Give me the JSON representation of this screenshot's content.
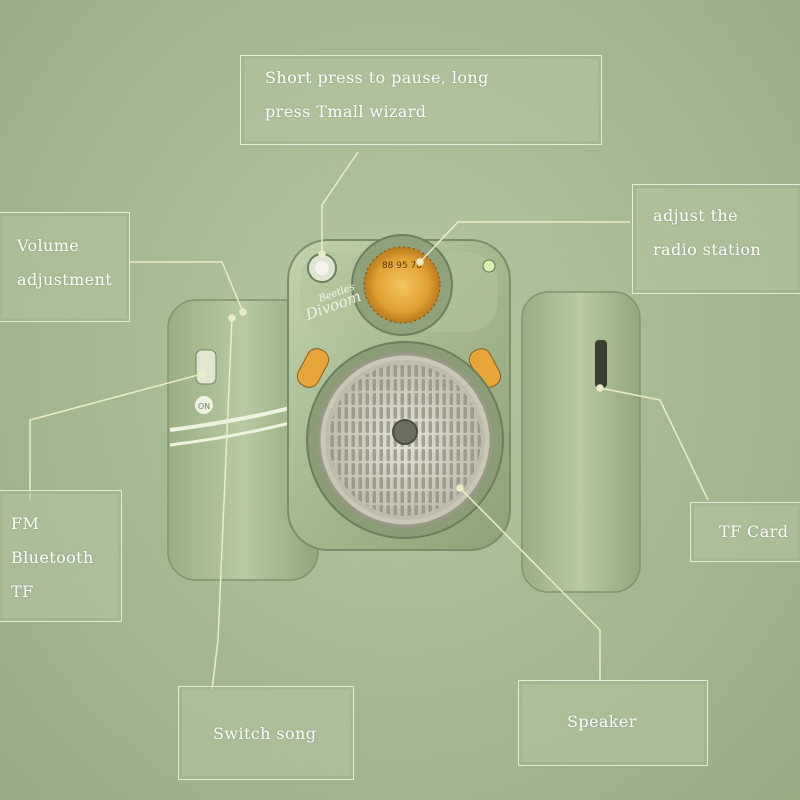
{
  "labels": {
    "pause": {
      "line1": "Short press to pause, long",
      "line2": "press Tmall wizard"
    },
    "volume": {
      "line1": "Volume",
      "line2": "adjustment"
    },
    "radio": {
      "line1": "adjust the",
      "line2": "radio station"
    },
    "mode": {
      "line1": "FM",
      "line2": "Bluetooth",
      "line3": "TF"
    },
    "tfcard": {
      "line1": "TF Card"
    },
    "switch": {
      "line1": "Switch song"
    },
    "speaker": {
      "line1": "Speaker"
    }
  },
  "device": {
    "brand": "Divoom",
    "model": "Beetles",
    "dial_numbers": "88 95 78",
    "switch_text": "ON"
  },
  "colors": {
    "body": "#a9bb93",
    "dial": "#e6a63a",
    "grille": "#d8d6c6",
    "callout_line": "#e8edc8"
  }
}
